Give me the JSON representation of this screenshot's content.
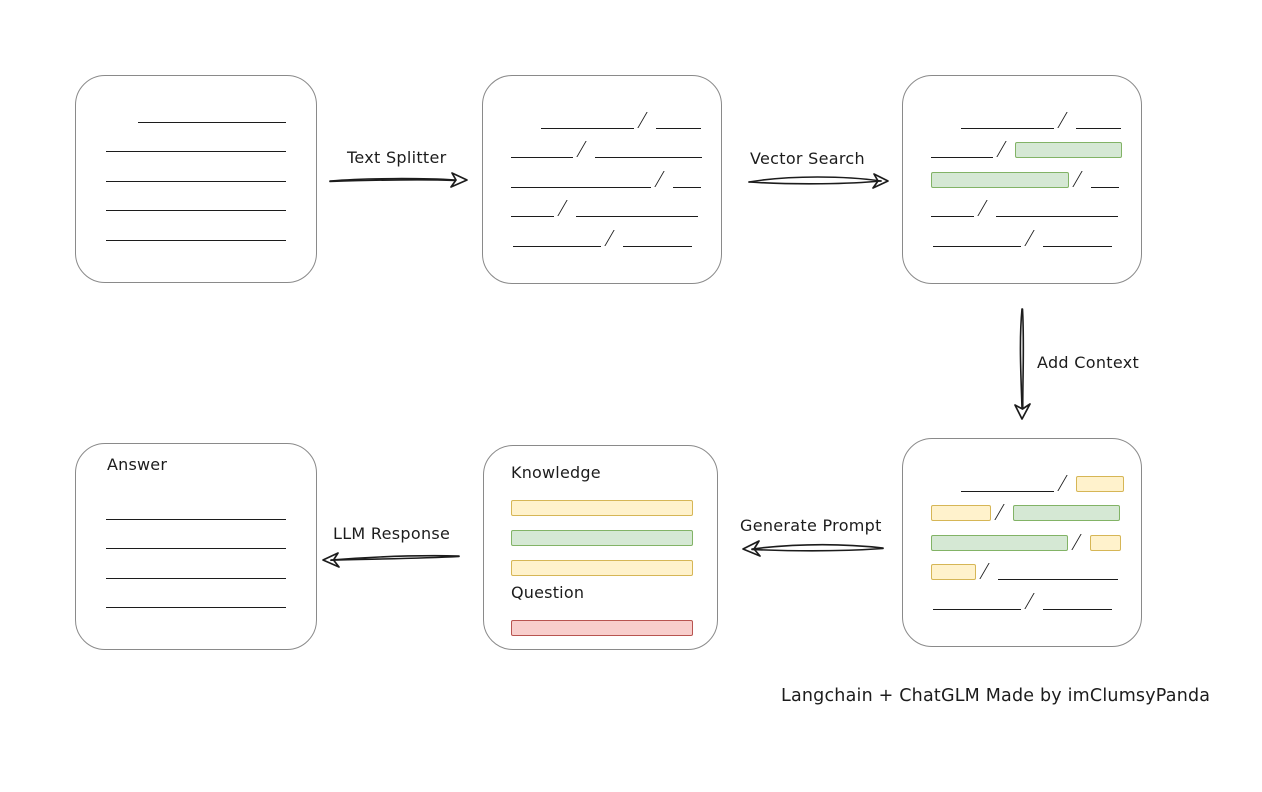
{
  "caption": "Langchain + ChatGLM Made by imClumsyPanda",
  "colors": {
    "ink": "#1c1c1c",
    "box_border": "#8a8a8a",
    "green_fill": "#d5e8d4",
    "green_border": "#82b366",
    "yellow_fill": "#fff2cc",
    "yellow_border": "#d6b656",
    "red_fill": "#f8cecc",
    "red_border": "#b85450"
  },
  "arrows": {
    "text_splitter": {
      "label": "Text Splitter",
      "direction": "right"
    },
    "vector_search": {
      "label": "Vector Search",
      "direction": "right"
    },
    "add_context": {
      "label": "Add Context",
      "direction": "down"
    },
    "generate_prompt": {
      "label": "Generate Prompt",
      "direction": "left"
    },
    "llm_response": {
      "label": "LLM Response",
      "direction": "left"
    }
  },
  "boxes": {
    "source_document": {
      "description": "original document with text lines",
      "rows": [
        {
          "indent": 62,
          "segments": [
            {
              "kind": "line",
              "w": 148
            }
          ]
        },
        {
          "indent": 30,
          "segments": [
            {
              "kind": "line",
              "w": 180
            }
          ]
        },
        {
          "indent": 30,
          "segments": [
            {
              "kind": "line",
              "w": 180
            }
          ]
        },
        {
          "indent": 30,
          "segments": [
            {
              "kind": "line",
              "w": 180
            }
          ]
        },
        {
          "indent": 30,
          "segments": [
            {
              "kind": "line",
              "w": 180
            }
          ]
        }
      ]
    },
    "split_chunks": {
      "description": "document split into chunks by slashes",
      "rows": [
        {
          "indent": 58,
          "segments": [
            {
              "kind": "line",
              "w": 93
            },
            {
              "kind": "slash"
            },
            {
              "kind": "line",
              "w": 45
            }
          ]
        },
        {
          "indent": 28,
          "segments": [
            {
              "kind": "line",
              "w": 62
            },
            {
              "kind": "slash"
            },
            {
              "kind": "line",
              "w": 107
            }
          ]
        },
        {
          "indent": 28,
          "segments": [
            {
              "kind": "line",
              "w": 140
            },
            {
              "kind": "slash"
            },
            {
              "kind": "line",
              "w": 28
            }
          ]
        },
        {
          "indent": 28,
          "segments": [
            {
              "kind": "line",
              "w": 43
            },
            {
              "kind": "slash"
            },
            {
              "kind": "line",
              "w": 122
            }
          ]
        },
        {
          "indent": 30,
          "segments": [
            {
              "kind": "line",
              "w": 88
            },
            {
              "kind": "slash"
            },
            {
              "kind": "line",
              "w": 69
            }
          ]
        }
      ]
    },
    "matched_chunks": {
      "description": "vector search matched chunks highlighted green",
      "rows": [
        {
          "indent": 58,
          "segments": [
            {
              "kind": "line",
              "w": 93
            },
            {
              "kind": "slash"
            },
            {
              "kind": "line",
              "w": 45
            }
          ]
        },
        {
          "indent": 28,
          "segments": [
            {
              "kind": "line",
              "w": 62
            },
            {
              "kind": "slash"
            },
            {
              "kind": "green",
              "w": 107
            }
          ]
        },
        {
          "indent": 28,
          "segments": [
            {
              "kind": "green",
              "w": 138
            },
            {
              "kind": "slash"
            },
            {
              "kind": "line",
              "w": 28
            }
          ]
        },
        {
          "indent": 28,
          "segments": [
            {
              "kind": "line",
              "w": 43
            },
            {
              "kind": "slash"
            },
            {
              "kind": "line",
              "w": 122
            }
          ]
        },
        {
          "indent": 30,
          "segments": [
            {
              "kind": "line",
              "w": 88
            },
            {
              "kind": "slash"
            },
            {
              "kind": "line",
              "w": 69
            }
          ]
        }
      ]
    },
    "context_chunks": {
      "description": "matched chunks plus added context highlighted yellow",
      "rows": [
        {
          "indent": 58,
          "segments": [
            {
              "kind": "line",
              "w": 93
            },
            {
              "kind": "slash"
            },
            {
              "kind": "yellow",
              "w": 48
            }
          ]
        },
        {
          "indent": 28,
          "segments": [
            {
              "kind": "yellow",
              "w": 60
            },
            {
              "kind": "slash"
            },
            {
              "kind": "green",
              "w": 107
            }
          ]
        },
        {
          "indent": 28,
          "segments": [
            {
              "kind": "green",
              "w": 137
            },
            {
              "kind": "slash"
            },
            {
              "kind": "yellow",
              "w": 31
            }
          ]
        },
        {
          "indent": 28,
          "segments": [
            {
              "kind": "yellow",
              "w": 45
            },
            {
              "kind": "slash"
            },
            {
              "kind": "line",
              "w": 120
            }
          ]
        },
        {
          "indent": 30,
          "segments": [
            {
              "kind": "line",
              "w": 88
            },
            {
              "kind": "slash"
            },
            {
              "kind": "line",
              "w": 69
            }
          ]
        }
      ]
    },
    "prompt": {
      "description": "generated prompt with knowledge bars and question bar",
      "rows": [
        {
          "indent": 27,
          "segments": [
            {
              "kind": "text",
              "text": "Knowledge"
            }
          ]
        },
        {
          "indent": 27,
          "segments": [
            {
              "kind": "yellow",
              "w": 182
            }
          ]
        },
        {
          "indent": 27,
          "segments": [
            {
              "kind": "green",
              "w": 182
            }
          ]
        },
        {
          "indent": 27,
          "segments": [
            {
              "kind": "yellow",
              "w": 182
            }
          ]
        },
        {
          "indent": 27,
          "segments": [
            {
              "kind": "text",
              "text": "Question"
            }
          ]
        },
        {
          "indent": 27,
          "segments": [
            {
              "kind": "red",
              "w": 182
            }
          ]
        }
      ]
    },
    "answer": {
      "description": "LLM answer document",
      "rows": [
        {
          "indent": 31,
          "segments": [
            {
              "kind": "text",
              "text": "Answer"
            }
          ]
        },
        {
          "indent": 30,
          "segments": [
            {
              "kind": "line",
              "w": 180
            }
          ]
        },
        {
          "indent": 30,
          "segments": [
            {
              "kind": "line",
              "w": 180
            }
          ]
        },
        {
          "indent": 30,
          "segments": [
            {
              "kind": "line",
              "w": 180
            }
          ]
        },
        {
          "indent": 30,
          "segments": [
            {
              "kind": "line",
              "w": 180
            }
          ]
        }
      ]
    }
  }
}
